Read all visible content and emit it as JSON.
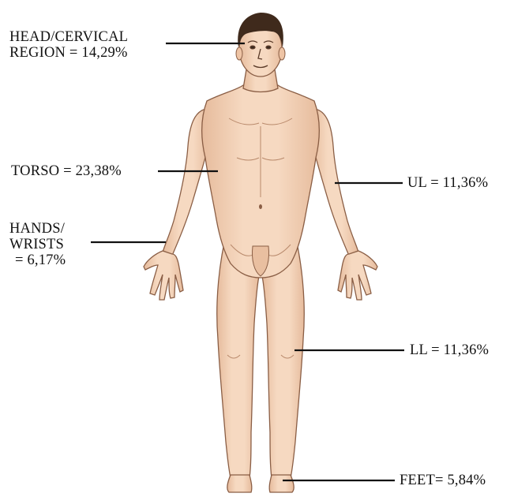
{
  "labels": {
    "head": [
      "HEAD/CERVICAL",
      "REGION = 14,29%"
    ],
    "torso": "TORSO = 23,38%",
    "hands": [
      "HANDS/",
      "WRISTS",
      "= 6,17%"
    ],
    "ul": "UL = 11,36%",
    "ll": "LL = 11,36%",
    "feet": "FEET= 5,84%"
  },
  "colors": {
    "skin": "#f3d2b6",
    "skin_shade": "#e2b594",
    "outline": "#8a5e45",
    "hair": "#3f2a1c",
    "leader": "#111111"
  }
}
